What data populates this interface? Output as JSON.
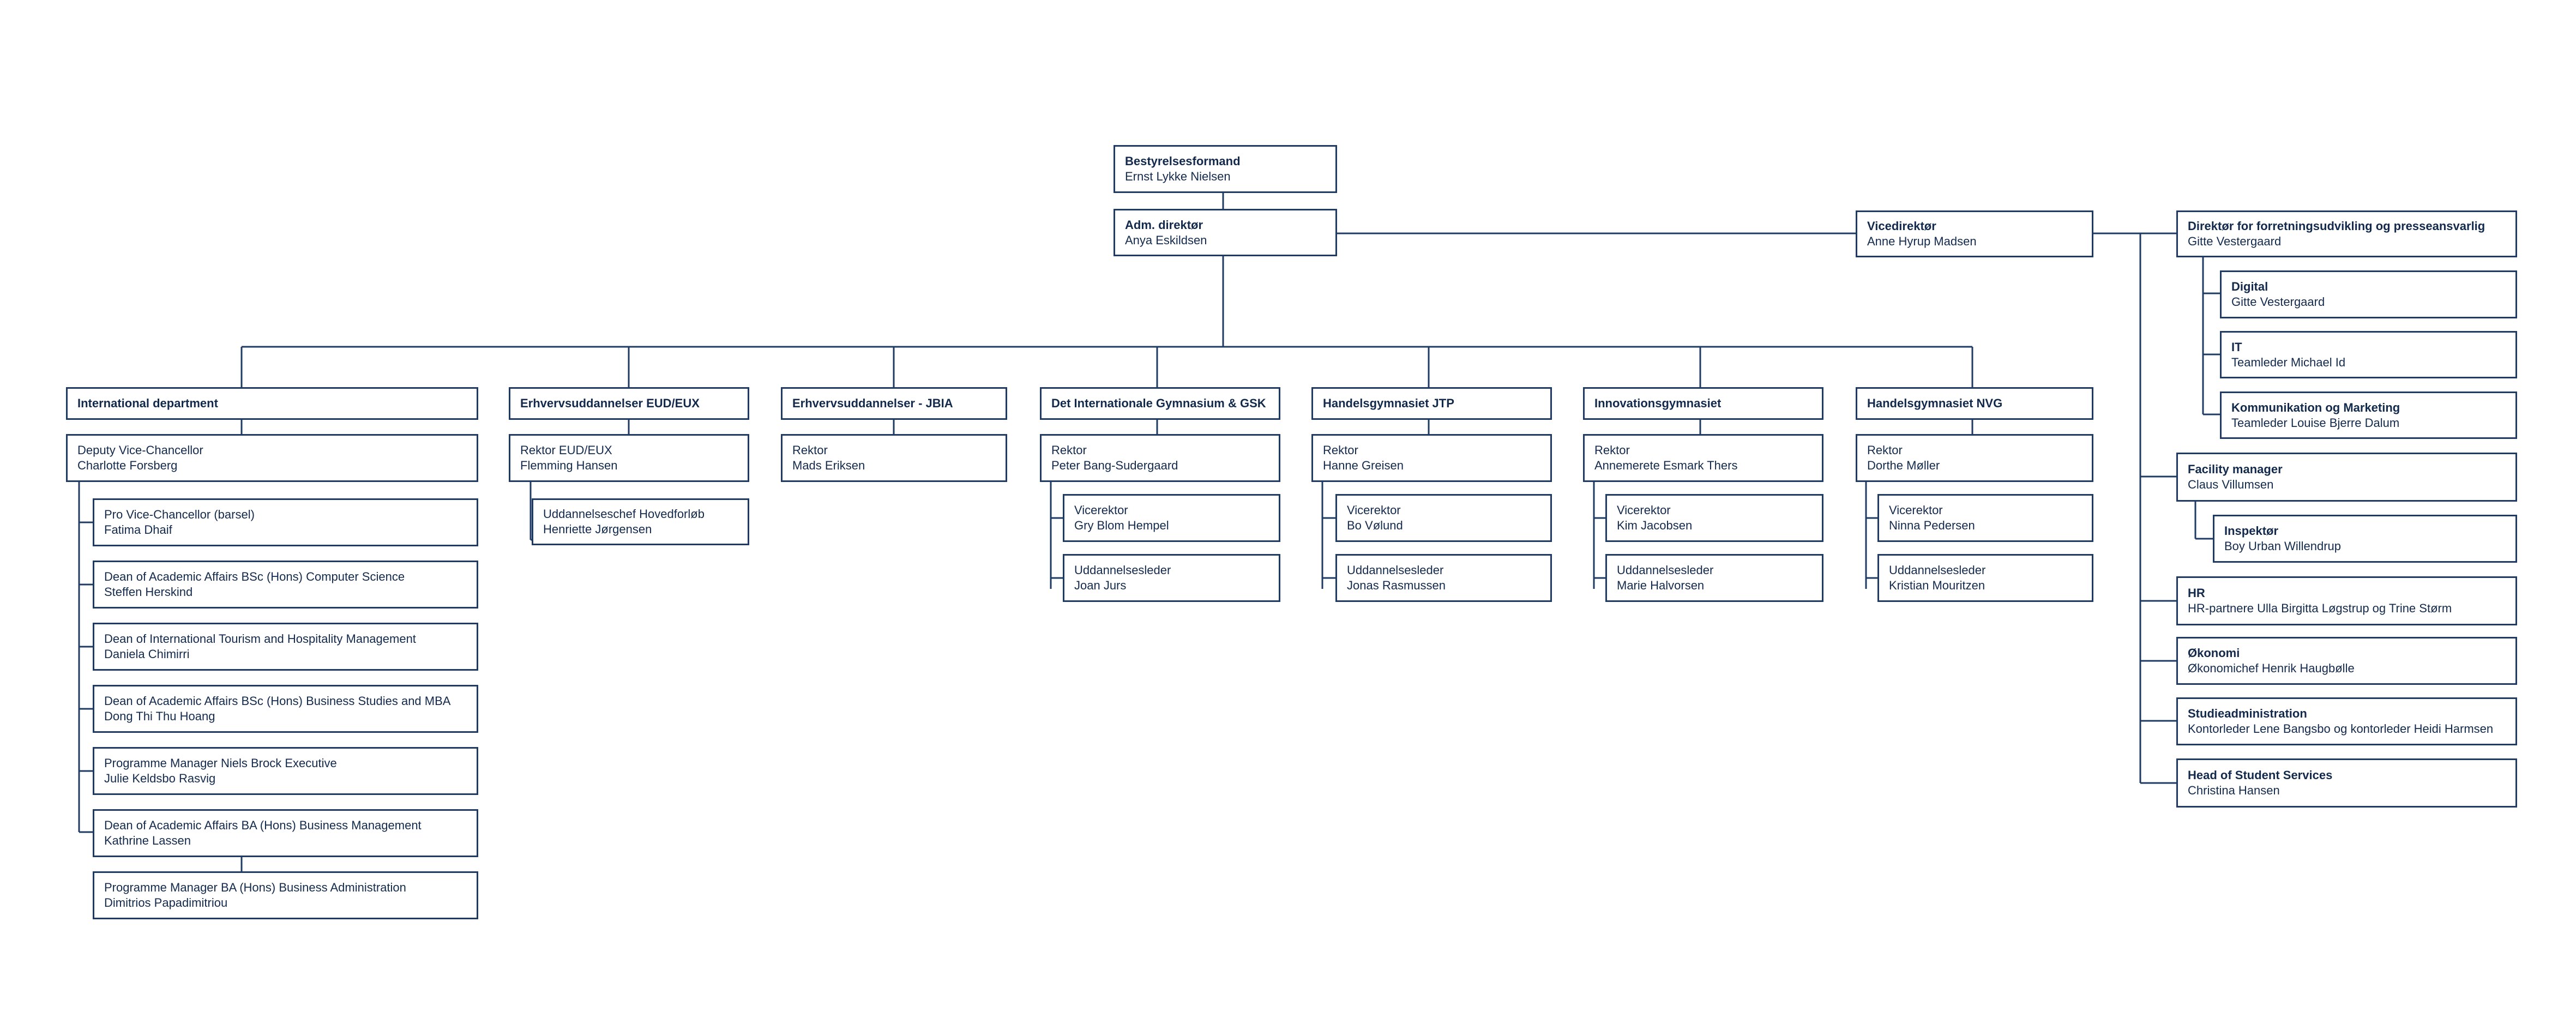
{
  "org": {
    "bestyrelse": {
      "role": "Bestyrelsesformand",
      "name": "Ernst Lykke Nielsen"
    },
    "direktor": {
      "role": "Adm. direktør",
      "name": "Anya Eskildsen"
    },
    "vicedirektor": {
      "role": "Vicedirektør",
      "name": "Anne Hyrup Madsen"
    },
    "forretning": {
      "role": "Direktør for forretningsudvikling og presseansvarlig",
      "name": "Gitte Vestergaard"
    },
    "digital": {
      "role": "Digital",
      "name": "Gitte Vestergaard"
    },
    "it": {
      "role": "IT",
      "name": "Teamleder Michael Id"
    },
    "kommunikation": {
      "role": "Kommunikation og Marketing",
      "name": "Teamleder Louise Bjerre Dalum"
    },
    "facility": {
      "role": "Facility manager",
      "name": "Claus Villumsen"
    },
    "inspektor": {
      "role": "Inspektør",
      "name": "Boy Urban Willendrup"
    },
    "hr": {
      "role": "HR",
      "name": "HR-partnere Ulla Birgitta Løgstrup og Trine Størm"
    },
    "okonomi": {
      "role": "Økonomi",
      "name": "Økonomichef Henrik Haugbølle"
    },
    "studieadm": {
      "role": "Studieadministration",
      "name": "Kontorleder Lene Bangsbo og kontorleder Heidi Harmsen"
    },
    "studentservices": {
      "role": "Head of Student Services",
      "name": "Christina Hansen"
    },
    "intl_dept": {
      "role": "International department"
    },
    "intl_deputy": {
      "role": "Deputy Vice-Chancellor",
      "name": "Charlotte Forsberg"
    },
    "intl_1": {
      "role": "Pro Vice-Chancellor (barsel)",
      "name": "Fatima Dhaif"
    },
    "intl_2": {
      "role": "Dean of Academic Affairs BSc (Hons) Computer Science",
      "name": "Steffen Herskind"
    },
    "intl_3": {
      "role": "Dean of International Tourism and Hospitality Management",
      "name": "Daniela Chimirri"
    },
    "intl_4": {
      "role": "Dean of Academic Affairs BSc (Hons) Business Studies and MBA",
      "name": "Dong Thi Thu Hoang"
    },
    "intl_5": {
      "role": "Programme Manager Niels Brock Executive",
      "name": "Julie Keldsbo Rasvig"
    },
    "intl_6": {
      "role": "Dean of Academic Affairs BA (Hons) Business Management",
      "name": "Kathrine Lassen"
    },
    "intl_7": {
      "role": "Programme Manager BA (Hons) Business Administration",
      "name": "Dimitrios Papadimitriou"
    },
    "eud": {
      "role": "Erhvervsuddannelser EUD/EUX"
    },
    "eud_rektor": {
      "role": "Rektor EUD/EUX",
      "name": "Flemming Hansen"
    },
    "eud_chef": {
      "role": "Uddannelseschef Hovedforløb",
      "name": "Henriette Jørgensen"
    },
    "jbia": {
      "role": "Erhvervsuddannelser - JBIA"
    },
    "jbia_rektor": {
      "role": "Rektor",
      "name": "Mads Eriksen"
    },
    "gsk": {
      "role": "Det Internationale Gymnasium & GSK"
    },
    "gsk_rektor": {
      "role": "Rektor",
      "name": "Peter Bang-Sudergaard"
    },
    "gsk_vice": {
      "role": "Vicerektor",
      "name": "Gry Blom Hempel"
    },
    "gsk_udd": {
      "role": "Uddannelsesleder",
      "name": "Joan Jurs"
    },
    "jtp": {
      "role": "Handelsgymnasiet JTP"
    },
    "jtp_rektor": {
      "role": "Rektor",
      "name": "Hanne Greisen"
    },
    "jtp_vice": {
      "role": "Vicerektor",
      "name": "Bo Vølund"
    },
    "jtp_udd": {
      "role": "Uddannelsesleder",
      "name": "Jonas Rasmussen"
    },
    "innov": {
      "role": "Innovationsgymnasiet"
    },
    "innov_rektor": {
      "role": "Rektor",
      "name": "Annemerete Esmark Thers"
    },
    "innov_vice": {
      "role": "Vicerektor",
      "name": "Kim Jacobsen"
    },
    "innov_udd": {
      "role": "Uddannelsesleder",
      "name": "Marie Halvorsen"
    },
    "nvg": {
      "role": "Handelsgymnasiet NVG"
    },
    "nvg_rektor": {
      "role": "Rektor",
      "name": "Dorthe Møller"
    },
    "nvg_vice": {
      "role": "Vicerektor",
      "name": "Ninna Pedersen"
    },
    "nvg_udd": {
      "role": "Uddannelsesleder",
      "name": "Kristian Mouritzen"
    }
  },
  "colors": {
    "line": "#1f3b63",
    "text": "#132a4c"
  }
}
